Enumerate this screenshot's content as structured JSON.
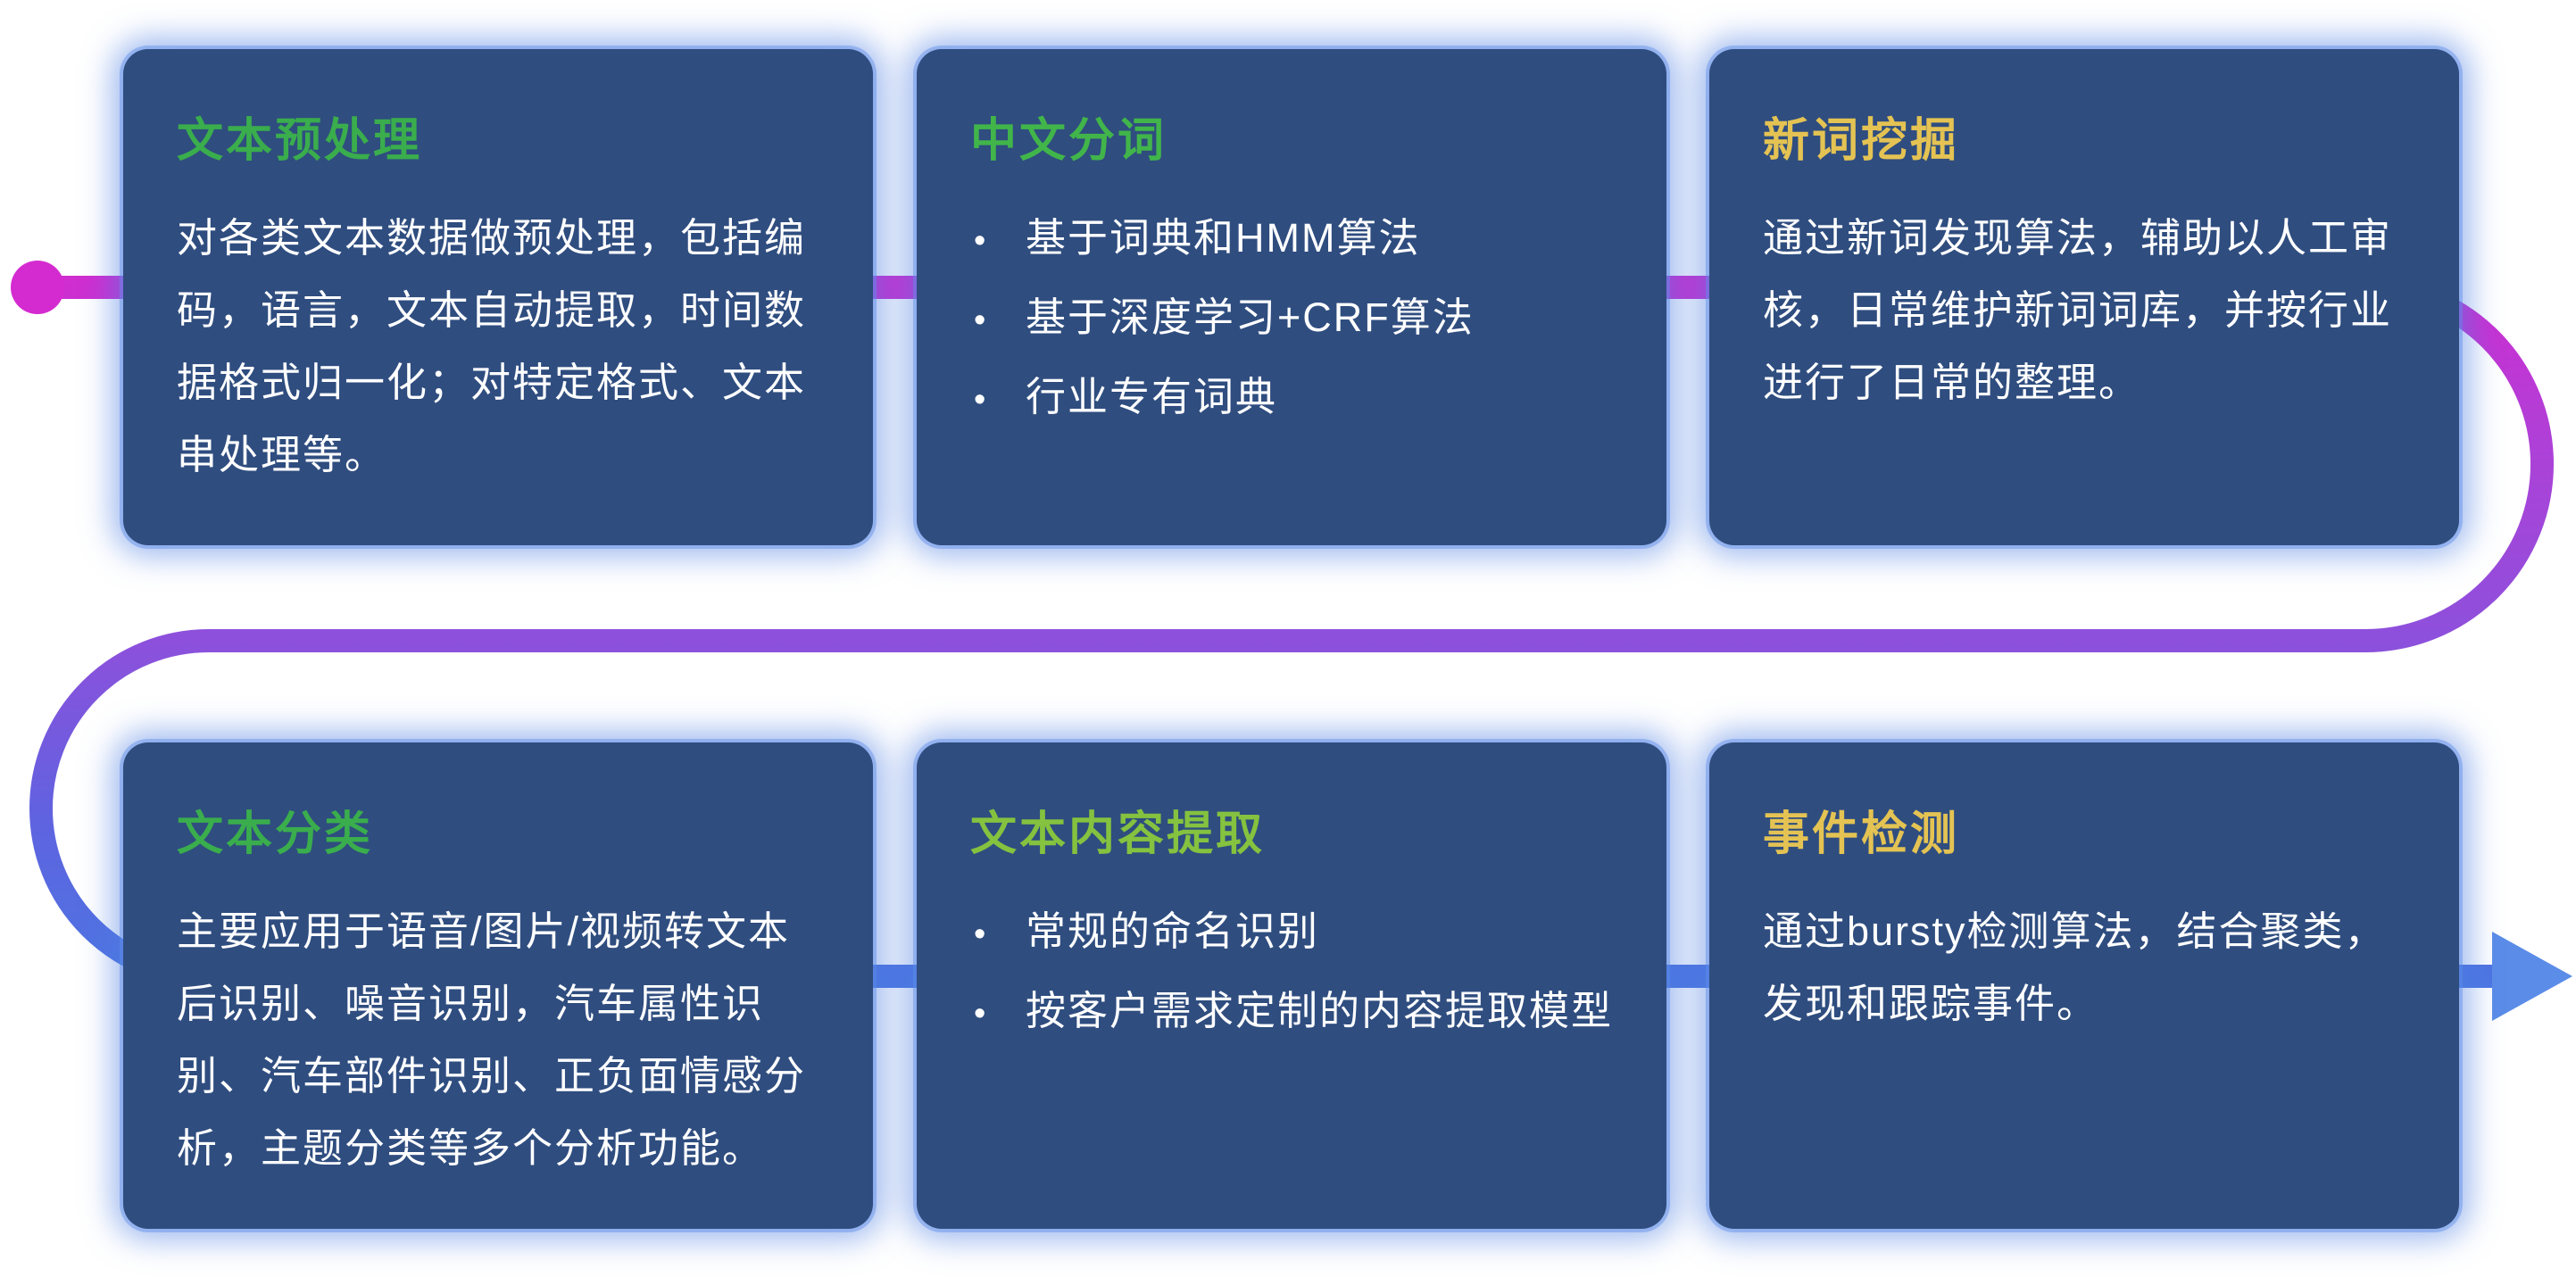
{
  "icons": {
    "bullet": "•"
  },
  "cards": [
    {
      "title": "文本预处理",
      "title_color": "#3aad4d",
      "body": "对各类文本数据做预处理，包括编码，语言，文本自动提取，时间数据格式归一化；对特定格式、文本串处理等。"
    },
    {
      "title": "中文分词",
      "title_color": "#41b54a",
      "bullets": [
        "基于词典和HMM算法",
        "基于深度学习+CRF算法",
        "行业专有词典"
      ]
    },
    {
      "title": "新词挖掘",
      "title_color": "#e4c353",
      "body": "通过新词发现算法，辅助以人工审核，日常维护新词词库，并按行业进行了日常的整理。"
    },
    {
      "title": "文本分类",
      "title_color": "#3aad4d",
      "body": "主要应用于语音/图片/视频转文本后识别、噪音识别，汽车属性识别、汽车部件识别、正负面情感分析，主题分类等多个分析功能。"
    },
    {
      "title": "文本内容提取",
      "title_color": "#84c23f",
      "bullets": [
        "常规的命名识别",
        "按客户需求定制的内容提取模型"
      ]
    },
    {
      "title": "事件检测",
      "title_color": "#e4c353",
      "body": "通过bursty检测算法，结合聚类，发现和跟踪事件。"
    }
  ],
  "connector": {
    "gradient": {
      "start": "#d42bd0",
      "quarter": "#ab42d8",
      "mid": "#8b51dc",
      "three_quarter": "#5f63e0",
      "end": "#4a79e2"
    },
    "dot_color": "#d42bd0",
    "arrow_color": "#5b8ce8"
  }
}
